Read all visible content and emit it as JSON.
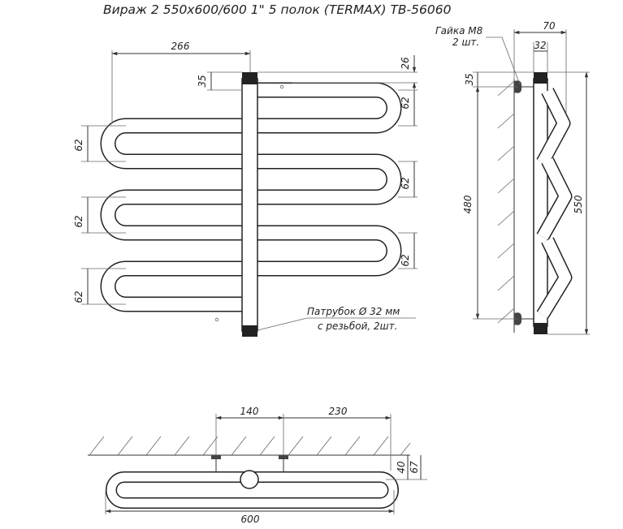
{
  "title": "Вираж 2 550х600/600 1\" 5 полок (TERMAX) ТВ-56060",
  "front_view": {
    "dim_width": "266",
    "dim_top_offset": "35",
    "dim_top_right": "26",
    "dim_pitch_left": [
      "62",
      "62",
      "62"
    ],
    "dim_pitch_right": [
      "62",
      "62",
      "62"
    ],
    "note_nipple_line1": "Патрубок Ø 32 мм",
    "note_nipple_line2": "с резьбой, 2шт."
  },
  "side_view": {
    "note_nut_line1": "Гайка М8",
    "note_nut_line2": "2 шт.",
    "dim_depth": "70",
    "dim_pipe": "32",
    "dim_top_offset": "35",
    "dim_center": "480",
    "dim_height": "550"
  },
  "top_view": {
    "dim_left": "140",
    "dim_right": "230",
    "dim_wall_1": "40",
    "dim_wall_2": "67",
    "dim_length": "600"
  }
}
